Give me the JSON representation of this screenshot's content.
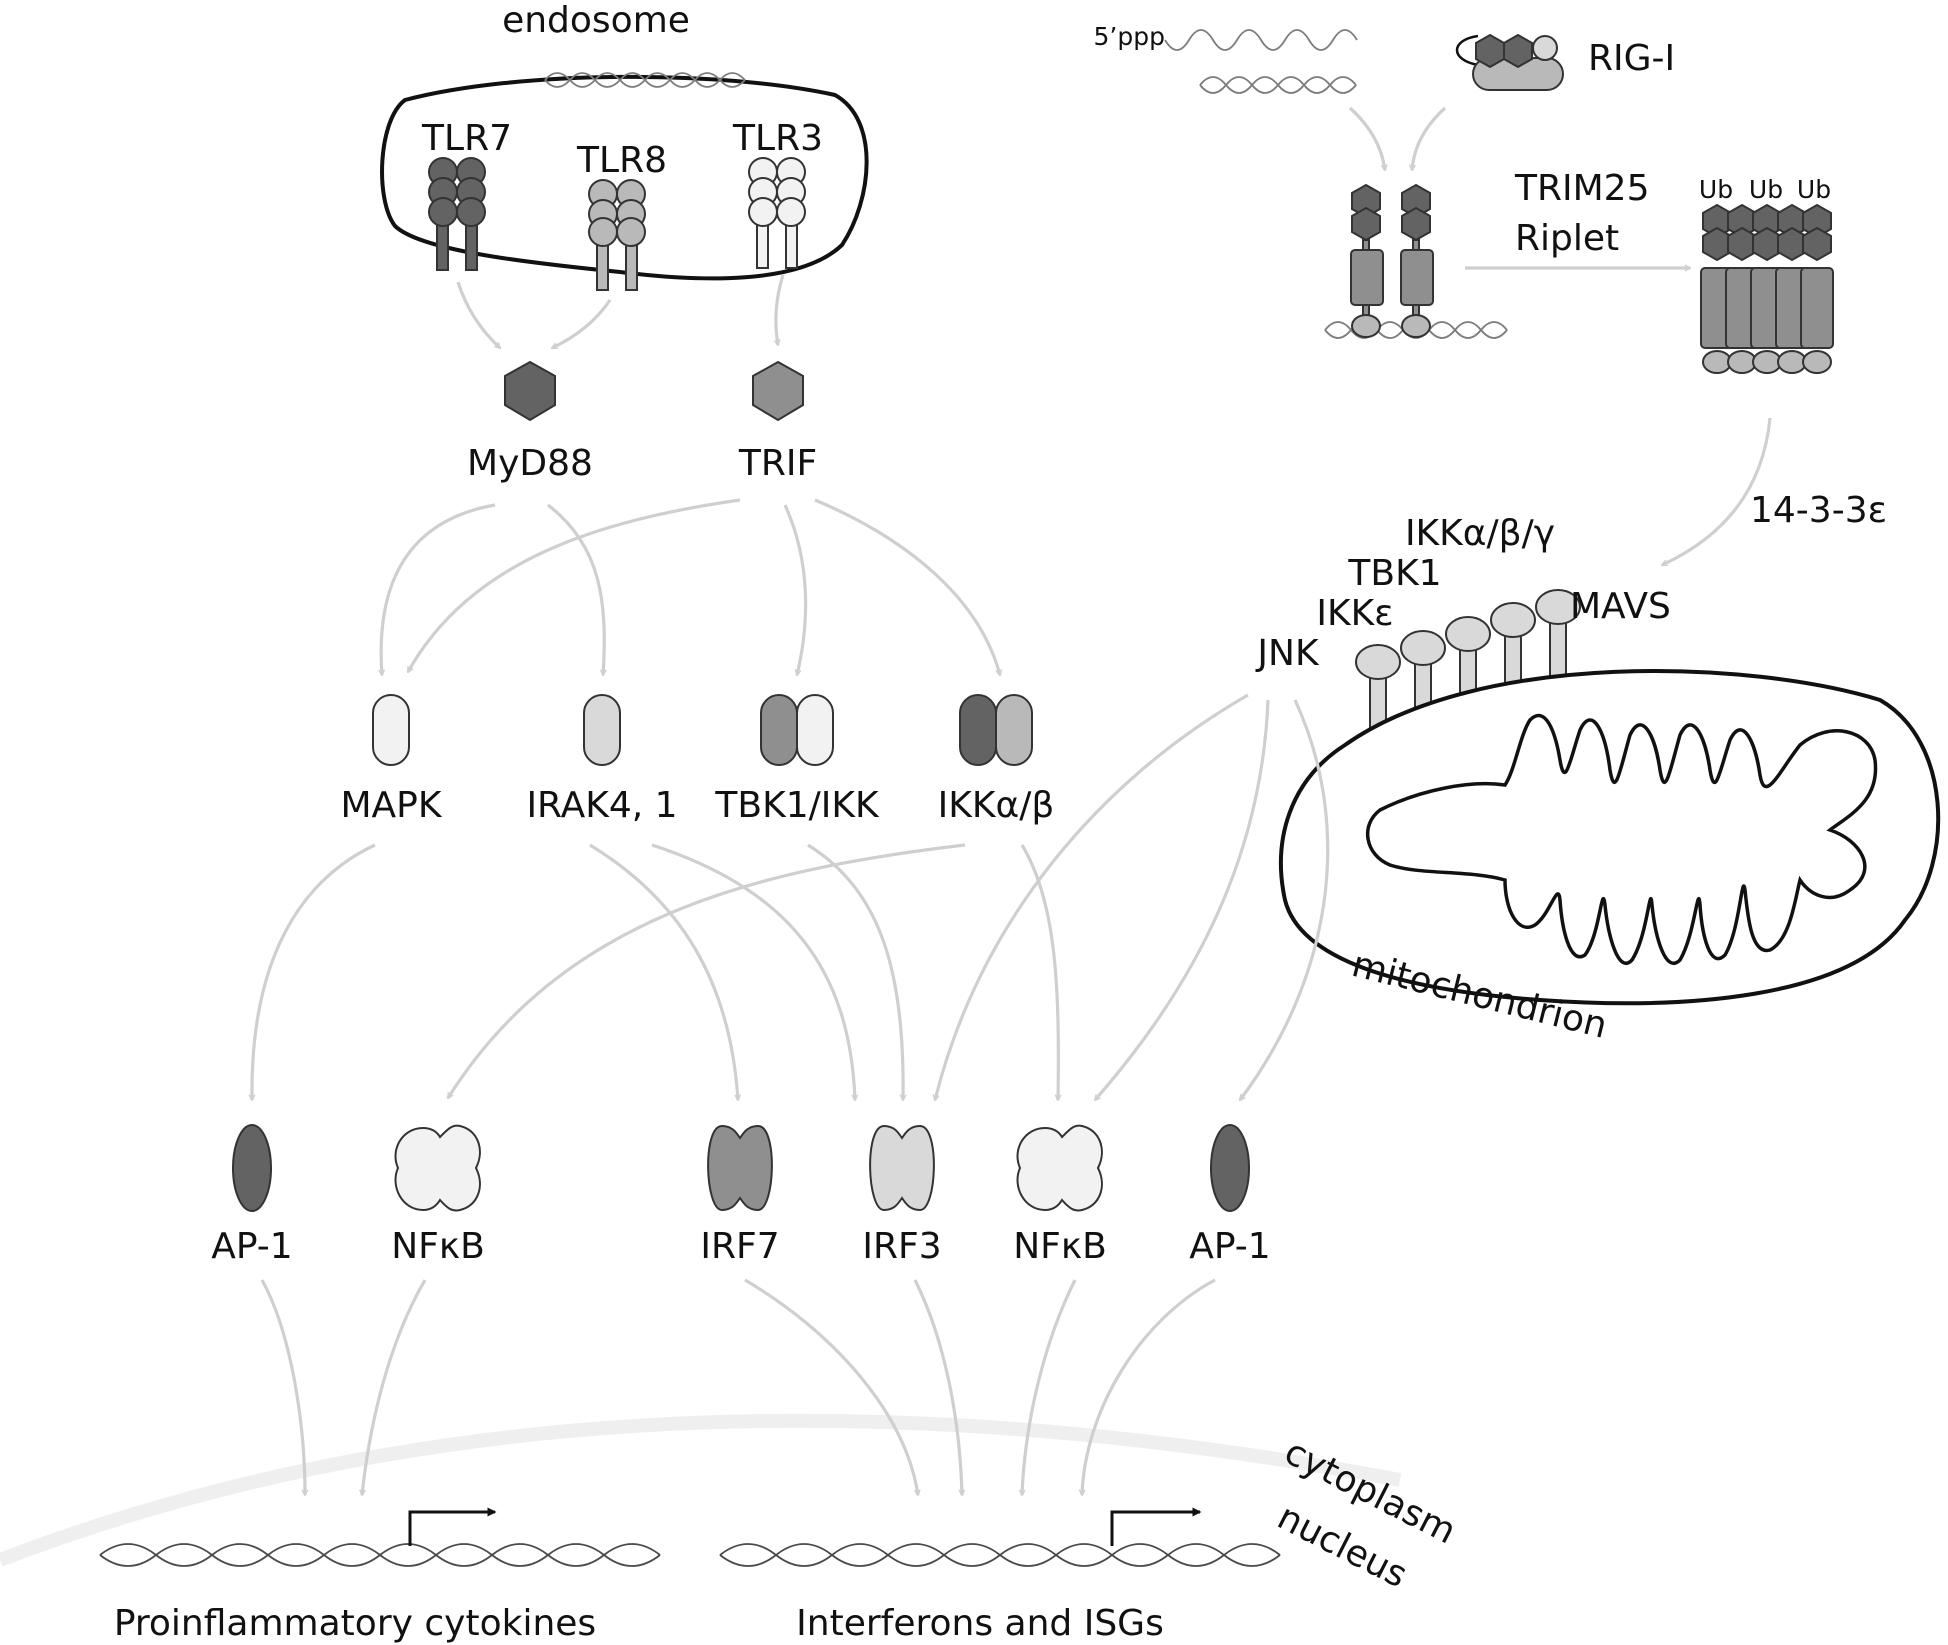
{
  "labels": {
    "endosome": "endosome",
    "tlr7": "TLR7",
    "tlr8": "TLR8",
    "tlr3": "TLR3",
    "myd88": "MyD88",
    "trif": "TRIF",
    "five_ppp": "5’ppp",
    "rig_i": "RIG-I",
    "trim25": "TRIM25",
    "riplet": "Riplet",
    "ub1": "Ub",
    "ub2": "Ub",
    "ub3": "Ub",
    "adaptor_1433": "14-3-3ε",
    "ikk_abg": "IKKα/β/γ",
    "tbk1": "TBK1",
    "ikke": "IKKε",
    "jnk": "JNK",
    "mavs": "MAVS",
    "mitochondrion": "mitochondrion",
    "mapk": "MAPK",
    "irak": "IRAK4, 1",
    "tbk1_ikk": "TBK1/IKK",
    "ikk_ab": "IKKα/β",
    "ap1_left": "AP-1",
    "nfkb_left": "NFκB",
    "irf7": "IRF7",
    "irf3": "IRF3",
    "nfkb_right": "NFκB",
    "ap1_right": "AP-1",
    "cytoplasm": "cytoplasm",
    "nucleus": "nucleus",
    "proinflammatory": "Proinflammatory cytokines",
    "interferons": "Interferons and ISGs"
  },
  "colors": {
    "dark": "#636363",
    "mid": "#8f8f8f",
    "light": "#b9b9b9",
    "lighter": "#d9d9d9",
    "lightest": "#f2f2f2",
    "arrow": "#cfcfcf"
  }
}
